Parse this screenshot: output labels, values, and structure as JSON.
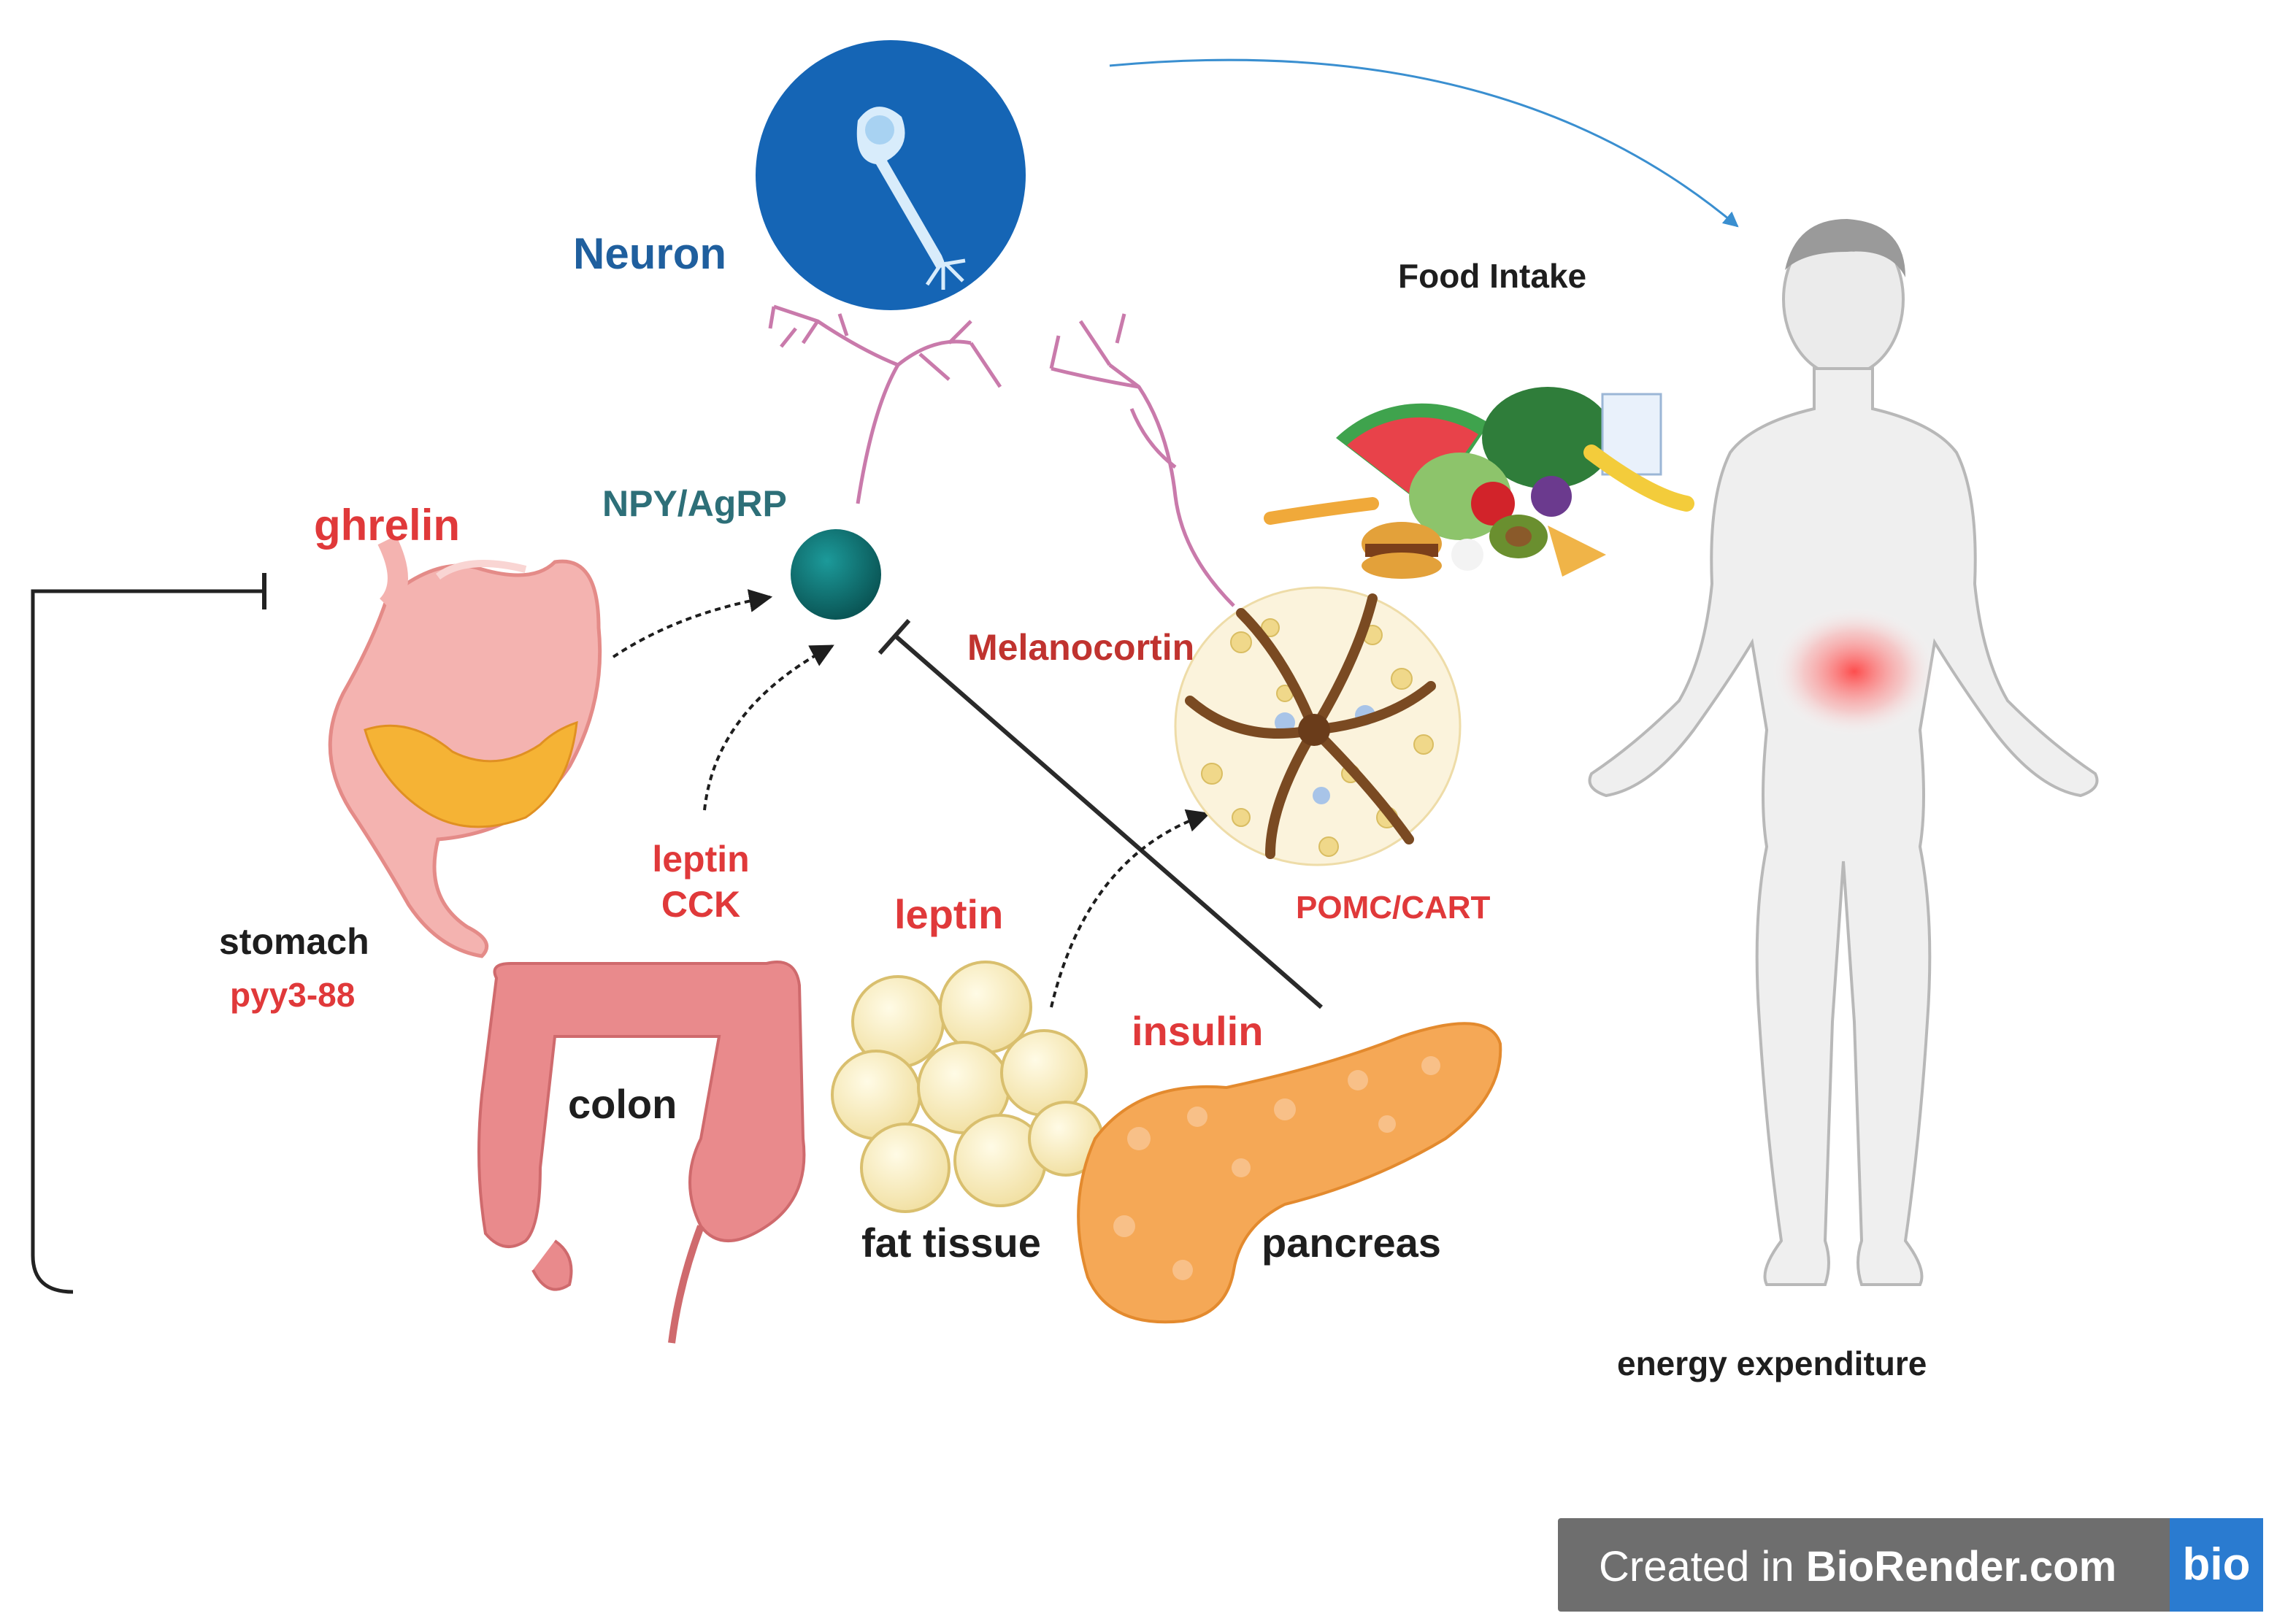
{
  "labels": {
    "neuron": "Neuron",
    "food_intake": "Food Intake",
    "npy_agrp": "NPY/AgRP",
    "ghrelin": "ghrelin",
    "melanocortin": "Melanocortin",
    "leptin_cck_1": "leptin",
    "leptin_cck_2": "CCK",
    "leptin_fat": "leptin",
    "pomc_cart": "POMC/CART",
    "stomach": "stomach",
    "pyy": "pyy3-88",
    "insulin": "insulin",
    "colon": "colon",
    "fat_tissue": "fat tissue",
    "pancreas": "pancreas",
    "energy_expenditure": "energy expenditure"
  },
  "badge": {
    "prefix": "Created in ",
    "brand": "BioRender.com",
    "logo": "bio"
  },
  "colors": {
    "hormone_red": "#e0393a",
    "neuron_blue": "#1565b5",
    "npy_teal": "#0e6e6e",
    "arrow_blue": "#3a8fd0"
  },
  "icons": [
    "neuron-icon",
    "stomach-icon",
    "colon-icon",
    "fat-tissue-icon",
    "pancreas-icon",
    "food-icon",
    "human-body-icon",
    "pomc-cell-icon",
    "npy-cell-icon"
  ]
}
